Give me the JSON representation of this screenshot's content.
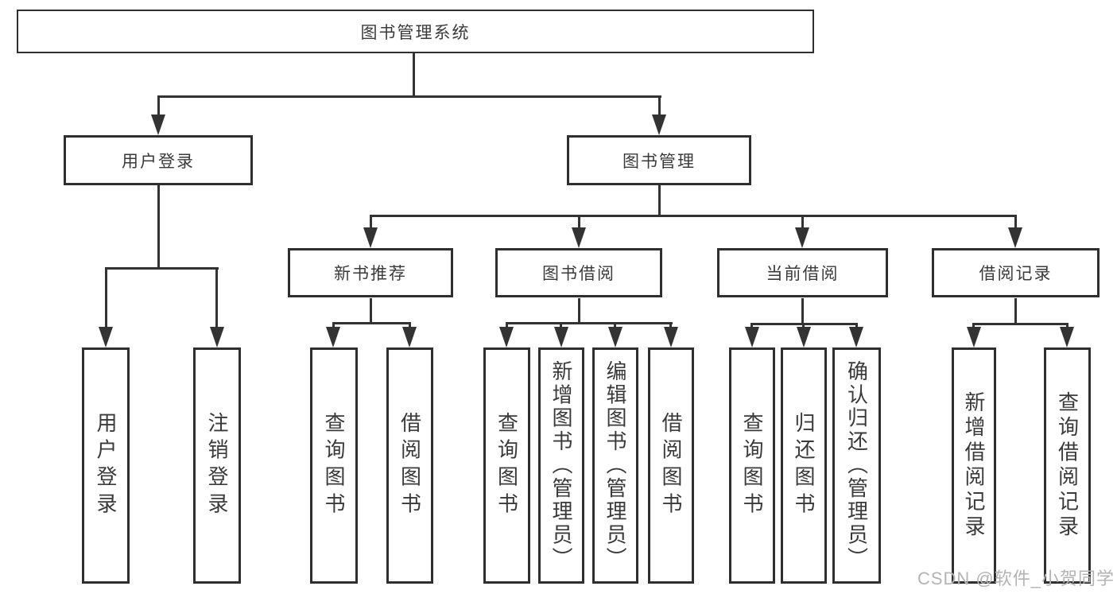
{
  "diagram_title": "图书管理系统",
  "nodes": {
    "user_login": "用户登录",
    "book_management": "图书管理",
    "new_book_recommendation": "新书推荐",
    "book_borrowing": "图书借阅",
    "current_borrowing": "当前借阅",
    "borrowing_records": "借阅记录"
  },
  "leaves": {
    "user_login": "用户登录",
    "logout": "注销登录",
    "nbr_query_books": "查询图书",
    "nbr_borrow_books": "借阅图书",
    "bb_query_books": "查询图书",
    "bb_add_books_admin": "新增图书（管理员）",
    "bb_edit_books_admin": "编辑图书（管理员）",
    "bb_borrow_books": "借阅图书",
    "cb_query_books": "查询图书",
    "cb_return_books": "归还图书",
    "cb_confirm_return_admin": "确认归还（管理员）",
    "br_add_record": "新增借阅记录",
    "br_query_record": "查询借阅记录"
  },
  "watermark": "CSDN @软件_小贺同学",
  "colors": {
    "line": "#333333",
    "border": "#2f2f2f",
    "text": "#3a3a3a",
    "watermark": "#b3b3b3",
    "background": "#ffffff"
  }
}
